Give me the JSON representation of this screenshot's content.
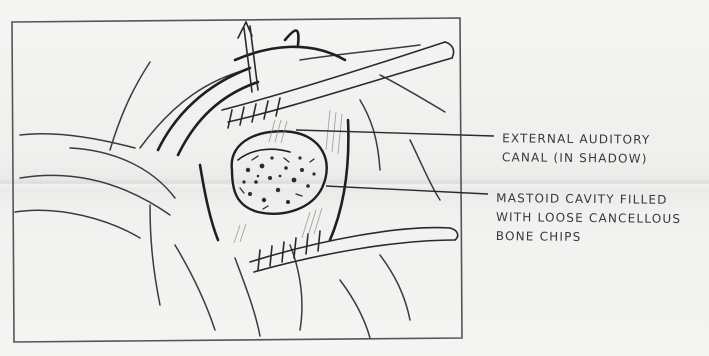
{
  "labels": {
    "external_auditory_canal": [
      "EXTERNAL AUDITORY",
      "CANAL (IN SHADOW)"
    ],
    "mastoid_cavity": [
      "MASTOID CAVITY FILLED",
      "WITH LOOSE CANCELLOUS",
      "BONE CHIPS"
    ]
  },
  "colors": {
    "paper": "#f2f2f0",
    "ink": "#2a2a2a",
    "pencil": "#555555"
  }
}
